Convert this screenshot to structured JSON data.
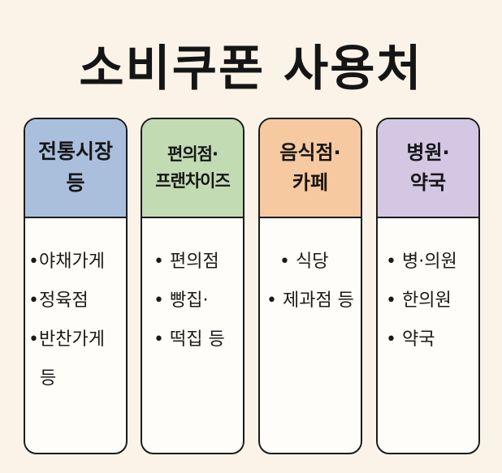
{
  "title": "소비쿠폰 사용처",
  "colors": {
    "background": "#fbf3e8",
    "border": "#1c1c1c",
    "traditional_market": "#a9bfdc",
    "convenience_store": "#c3dbb3",
    "restaurant_cafe": "#f6c9a0",
    "hospital_pharmacy": "#d3c7e4"
  },
  "columns": [
    {
      "title_line1": "전통시장",
      "title_line2": "등",
      "items": [
        "•야채가게",
        "•정육점",
        "•반찬가게",
        "등"
      ]
    },
    {
      "title_line1": "편의점·",
      "title_line2": "프랜차이즈",
      "items": [
        "• 편의점",
        "• 빵집·",
        "• 떡집 등"
      ]
    },
    {
      "title_line1": "음식점·",
      "title_line2": "카페",
      "items": [
        "• 식당",
        "• 제과점 등"
      ]
    },
    {
      "title_line1": "병원·",
      "title_line2": "약국",
      "items": [
        "• 병·의원",
        "• 한의원",
        "• 약국"
      ]
    }
  ]
}
